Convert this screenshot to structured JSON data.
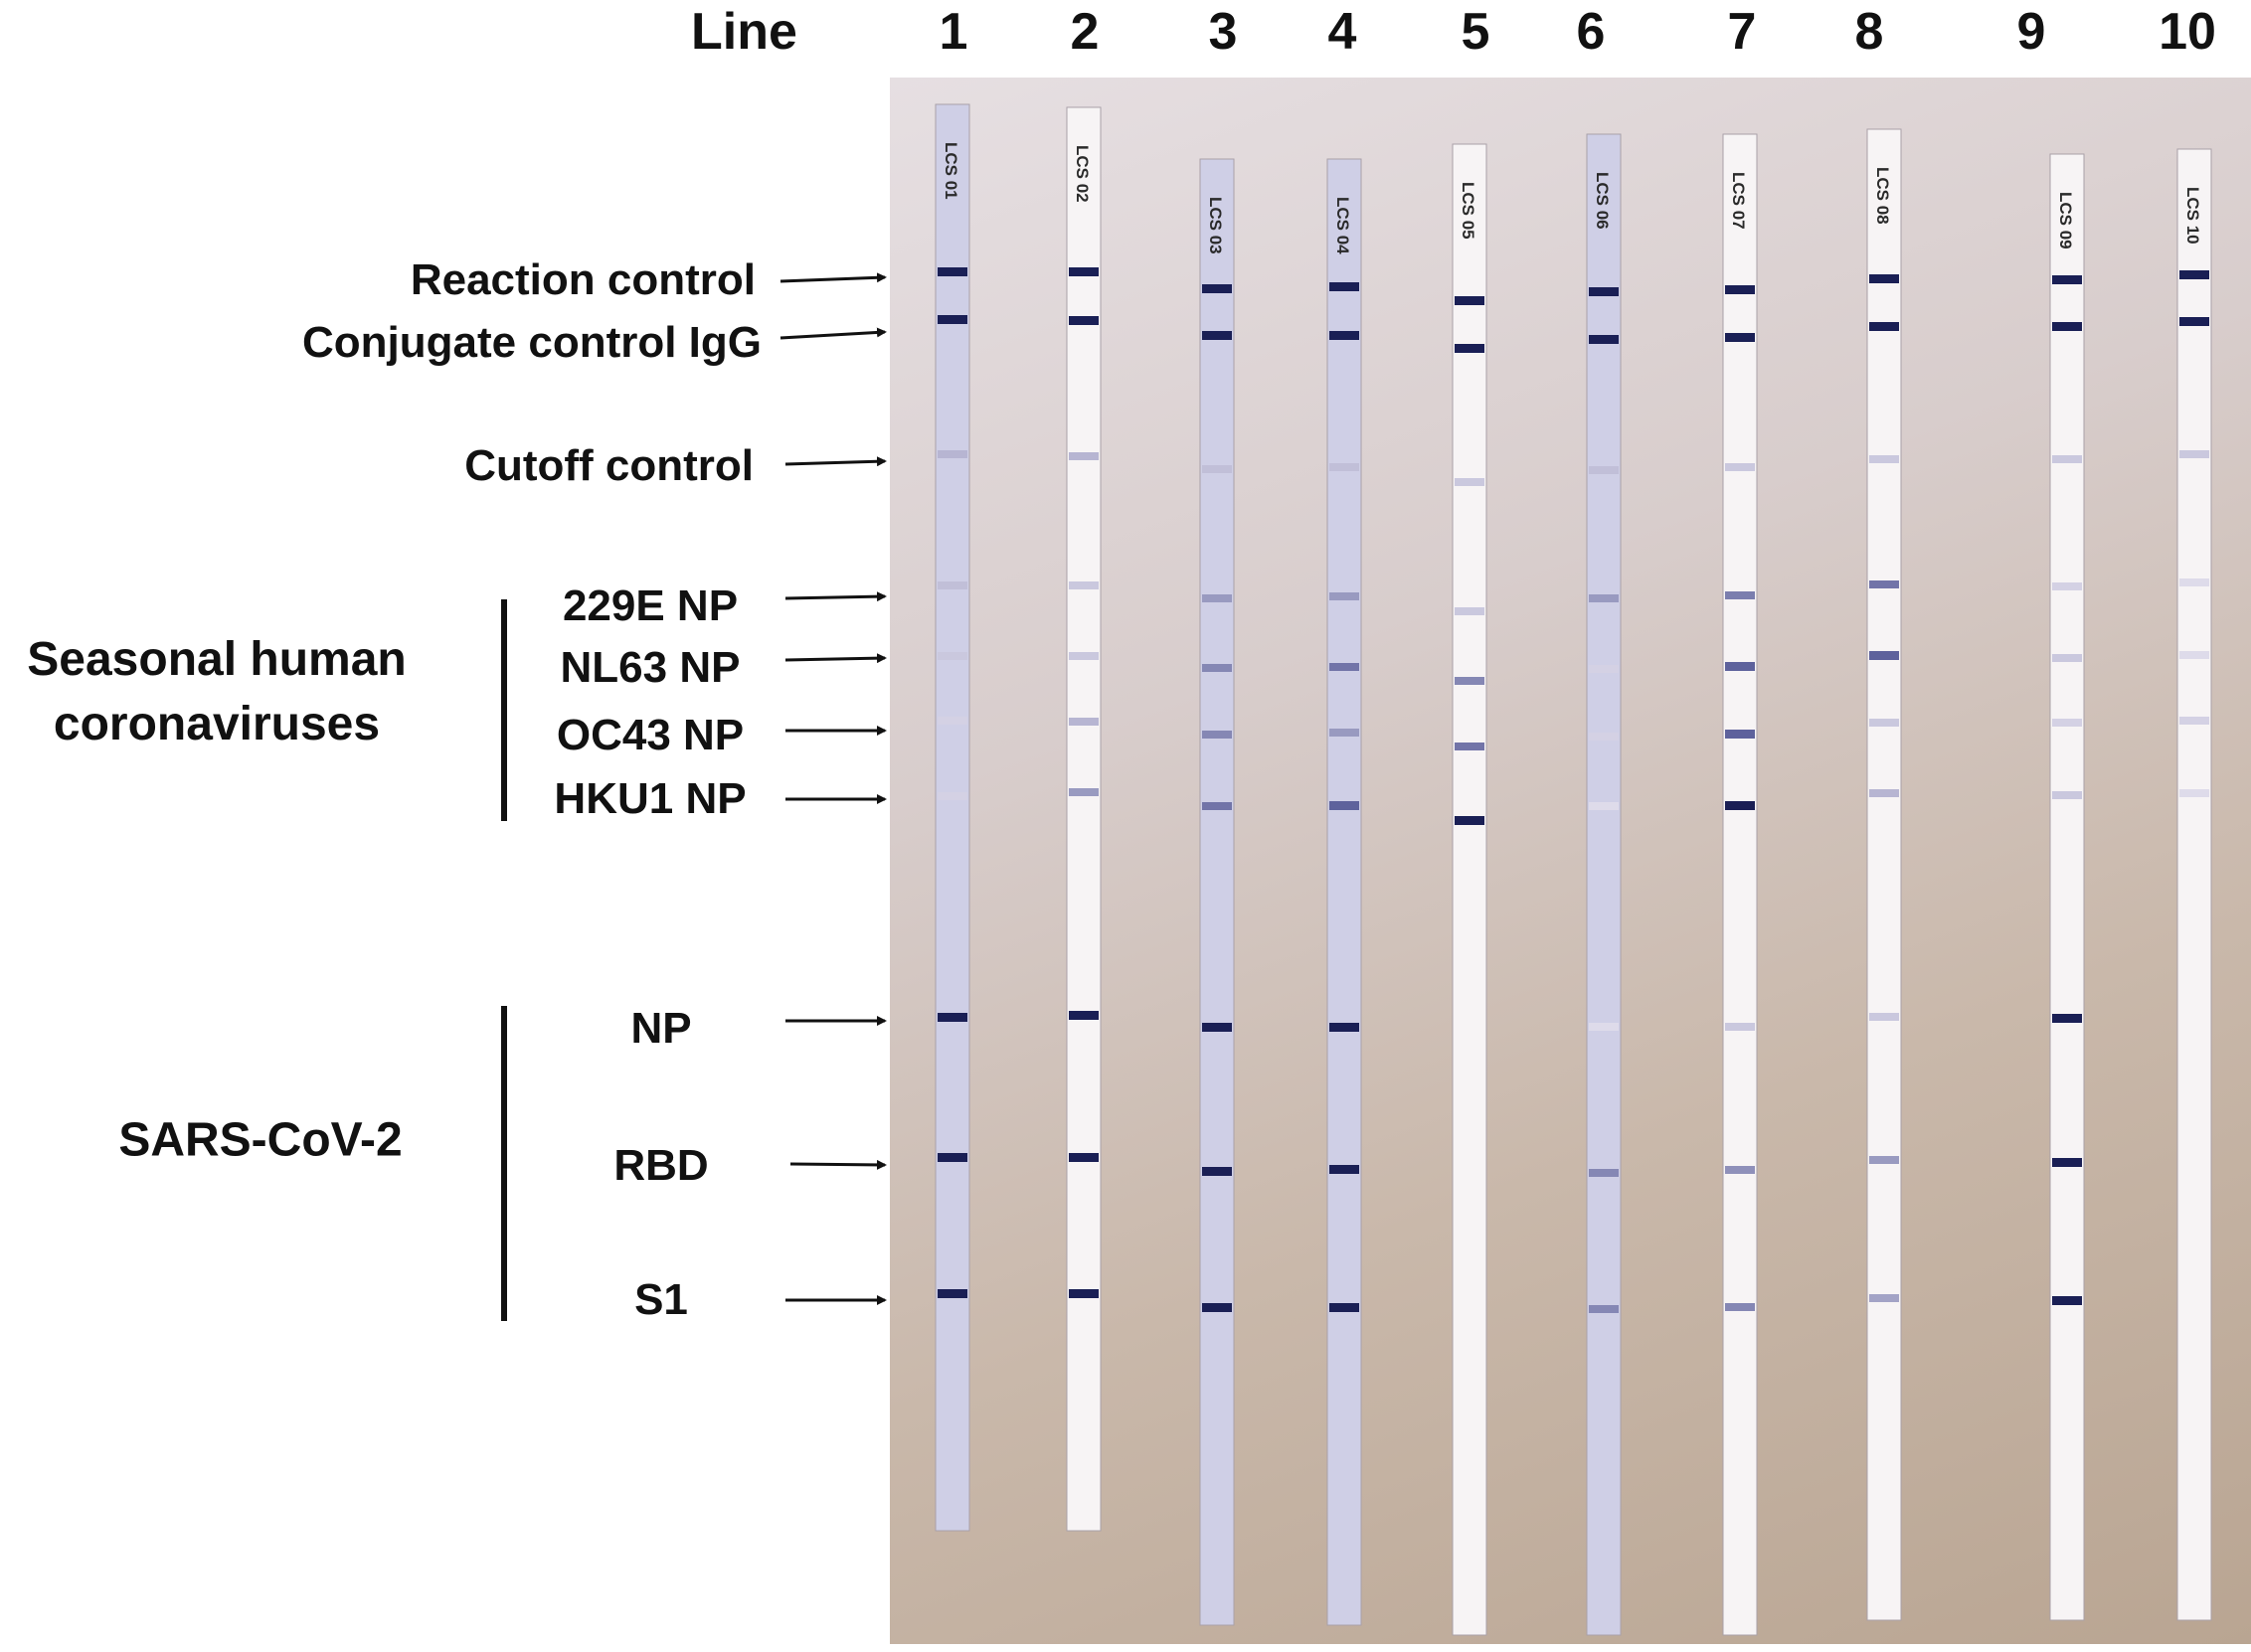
{
  "header": {
    "line_label": "Line"
  },
  "lane_numbers": [
    "1",
    "2",
    "3",
    "4",
    "5",
    "6",
    "7",
    "8",
    "9",
    "10"
  ],
  "strip_labels": [
    "LCS 01",
    "LCS 02",
    "LCS 03",
    "LCS 04",
    "LCS 05",
    "LCS 06",
    "LCS 07",
    "LCS 08",
    "LCS 09",
    "LCS 10"
  ],
  "band_labels": {
    "reaction_control": "Reaction control",
    "conjugate_control": "Conjugate control IgG",
    "cutoff_control": "Cutoff control",
    "e229_np": "229E NP",
    "nl63_np": "NL63 NP",
    "oc43_np": "OC43 NP",
    "hku1_np": "HKU1 NP",
    "np": "NP",
    "rbd": "RBD",
    "s1": "S1"
  },
  "groups": {
    "seasonal": "Seasonal human\ncoronaviruses",
    "sars": "SARS-CoV-2"
  },
  "colors": {
    "band_dark": "#1a1f55",
    "band_medium": "#4a4f90",
    "band_light": "#8d8cc4",
    "strip_white": "#f7f4f5",
    "strip_tinted": "#cfcfe6"
  },
  "band_intensity_order": [
    "reaction",
    "conjugate",
    "cutoff",
    "e229",
    "nl63",
    "oc43",
    "hku1",
    "np",
    "rbd",
    "s1"
  ],
  "band_intensities": [
    [
      1.0,
      0.9,
      0.25,
      0.2,
      0.15,
      0.1,
      0.1,
      1.0,
      0.9,
      1.0
    ],
    [
      1.0,
      0.9,
      0.25,
      0.15,
      0.15,
      0.25,
      0.4,
      1.0,
      1.0,
      1.0
    ],
    [
      1.0,
      0.9,
      0.2,
      0.4,
      0.5,
      0.5,
      0.6,
      1.0,
      0.85,
      0.85
    ],
    [
      1.0,
      0.9,
      0.2,
      0.4,
      0.6,
      0.4,
      0.7,
      1.0,
      0.95,
      1.0
    ],
    [
      1.0,
      0.9,
      0.15,
      0.15,
      0.5,
      0.6,
      0.9,
      0,
      0,
      0
    ],
    [
      1.0,
      0.9,
      0.2,
      0.4,
      0.1,
      0.1,
      0.05,
      0.05,
      0.5,
      0.5
    ],
    [
      1.0,
      0.9,
      0.15,
      0.55,
      0.7,
      0.7,
      1.0,
      0.15,
      0.45,
      0.5
    ],
    [
      1.0,
      0.9,
      0.15,
      0.6,
      0.7,
      0.15,
      0.25,
      0.15,
      0.4,
      0.35
    ],
    [
      1.0,
      0.9,
      0.15,
      0.1,
      0.15,
      0.1,
      0.15,
      0.85,
      0.9,
      0.9
    ],
    [
      1.0,
      0.9,
      0.15,
      0.05,
      0.05,
      0.1,
      0.05,
      0,
      0,
      0
    ]
  ]
}
